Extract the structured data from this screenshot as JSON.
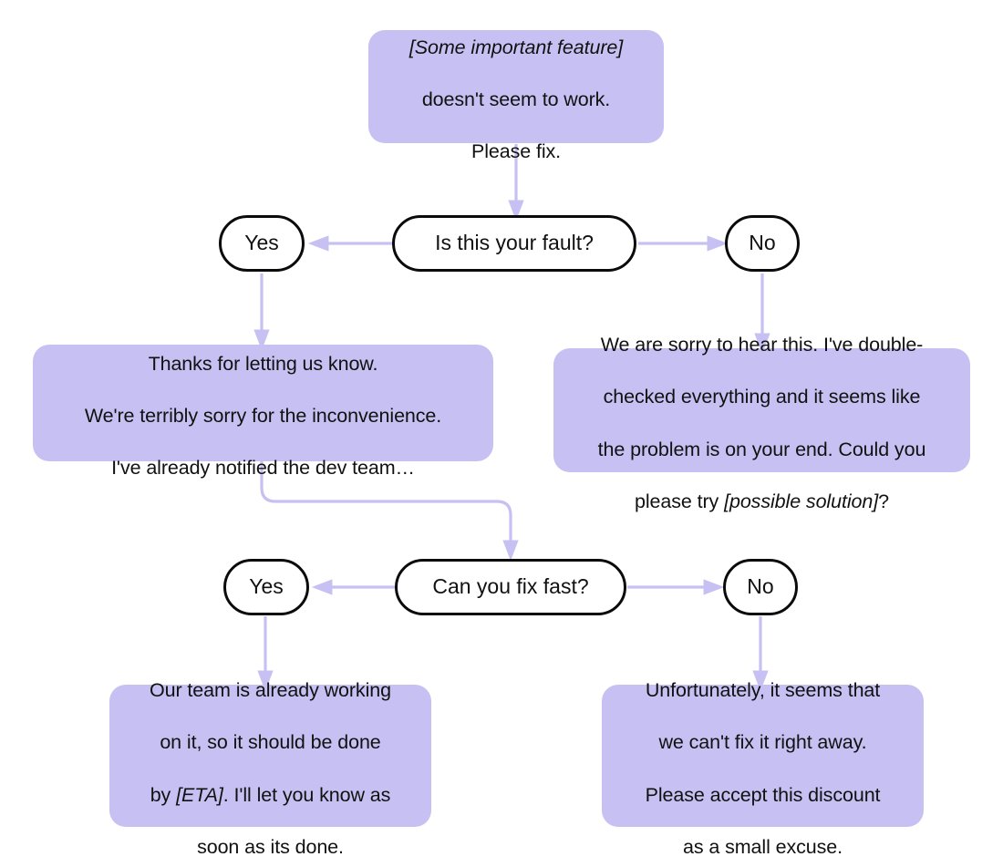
{
  "diagram": {
    "title": "Customer support reply decision flowchart",
    "colors": {
      "box_fill": "#c6c1f2",
      "connector": "#c6c1f2",
      "node_border": "#0b0b0b",
      "text": "#111111",
      "background": "#ffffff"
    }
  },
  "nodes": {
    "complaint": {
      "id": "complaint",
      "type": "message-box",
      "text": "[Some important feature]\ndoesn't seem to work.\nPlease fix.",
      "italic_part": "[Some important feature]",
      "lines": [
        "[Some important feature]",
        "doesn't seem to work.",
        "Please fix."
      ]
    },
    "decision_fault": {
      "id": "decision_fault",
      "type": "decision",
      "text": "Is this your fault?"
    },
    "fault_yes": {
      "id": "fault_yes",
      "type": "answer",
      "text": "Yes"
    },
    "fault_no": {
      "id": "fault_no",
      "type": "answer",
      "text": "No"
    },
    "reply_apology": {
      "id": "reply_apology",
      "type": "message-box",
      "text": "Thanks for letting us know.\nWe're terribly sorry for the inconvenience.\nI've already notified the dev team…",
      "lines": [
        "Thanks for letting us know.",
        "We're terribly sorry for the inconvenience.",
        "I've already notified the dev team…"
      ]
    },
    "reply_your_end": {
      "id": "reply_your_end",
      "type": "message-box",
      "text": "We are sorry to hear this. I've double-checked everything and it seems like the problem is on your end. Could you please try [possible solution]?",
      "italic_part": "[possible solution]",
      "lines": [
        "We are sorry to hear this. I've double-",
        "checked everything and it seems like",
        "the problem is on your end. Could you",
        "please try [possible solution]?"
      ]
    },
    "decision_fix_fast": {
      "id": "decision_fix_fast",
      "type": "decision",
      "text": "Can you fix fast?"
    },
    "fix_yes": {
      "id": "fix_yes",
      "type": "answer",
      "text": "Yes"
    },
    "fix_no": {
      "id": "fix_no",
      "type": "answer",
      "text": "No"
    },
    "reply_eta": {
      "id": "reply_eta",
      "type": "message-box",
      "text": "Our team is already working on it, so it should be done by [ETA]. I'll let you know as soon as its done.",
      "italic_part": "[ETA]",
      "lines": [
        "Our team is already working",
        "on it, so it should be done",
        "by [ETA]. I'll let you know as",
        "soon as its done."
      ]
    },
    "reply_discount": {
      "id": "reply_discount",
      "type": "message-box",
      "text": "Unfortunately, it seems that we can't fix it right away. Please accept this discount as a small excuse.",
      "lines": [
        "Unfortunately, it seems that",
        "we can't fix it right away.",
        "Please accept this discount",
        "as a small excuse."
      ]
    }
  },
  "edges": [
    {
      "id": "e1",
      "from": "complaint",
      "to": "decision_fault",
      "label": ""
    },
    {
      "id": "e2",
      "from": "decision_fault",
      "to": "fault_yes",
      "label": ""
    },
    {
      "id": "e3",
      "from": "decision_fault",
      "to": "fault_no",
      "label": ""
    },
    {
      "id": "e4",
      "from": "fault_yes",
      "to": "reply_apology",
      "label": ""
    },
    {
      "id": "e5",
      "from": "fault_no",
      "to": "reply_your_end",
      "label": ""
    },
    {
      "id": "e6",
      "from": "reply_apology",
      "to": "decision_fix_fast",
      "label": ""
    },
    {
      "id": "e7",
      "from": "decision_fix_fast",
      "to": "fix_yes",
      "label": ""
    },
    {
      "id": "e8",
      "from": "decision_fix_fast",
      "to": "fix_no",
      "label": ""
    },
    {
      "id": "e9",
      "from": "fix_yes",
      "to": "reply_eta",
      "label": ""
    },
    {
      "id": "e10",
      "from": "fix_no",
      "to": "reply_discount",
      "label": ""
    }
  ]
}
